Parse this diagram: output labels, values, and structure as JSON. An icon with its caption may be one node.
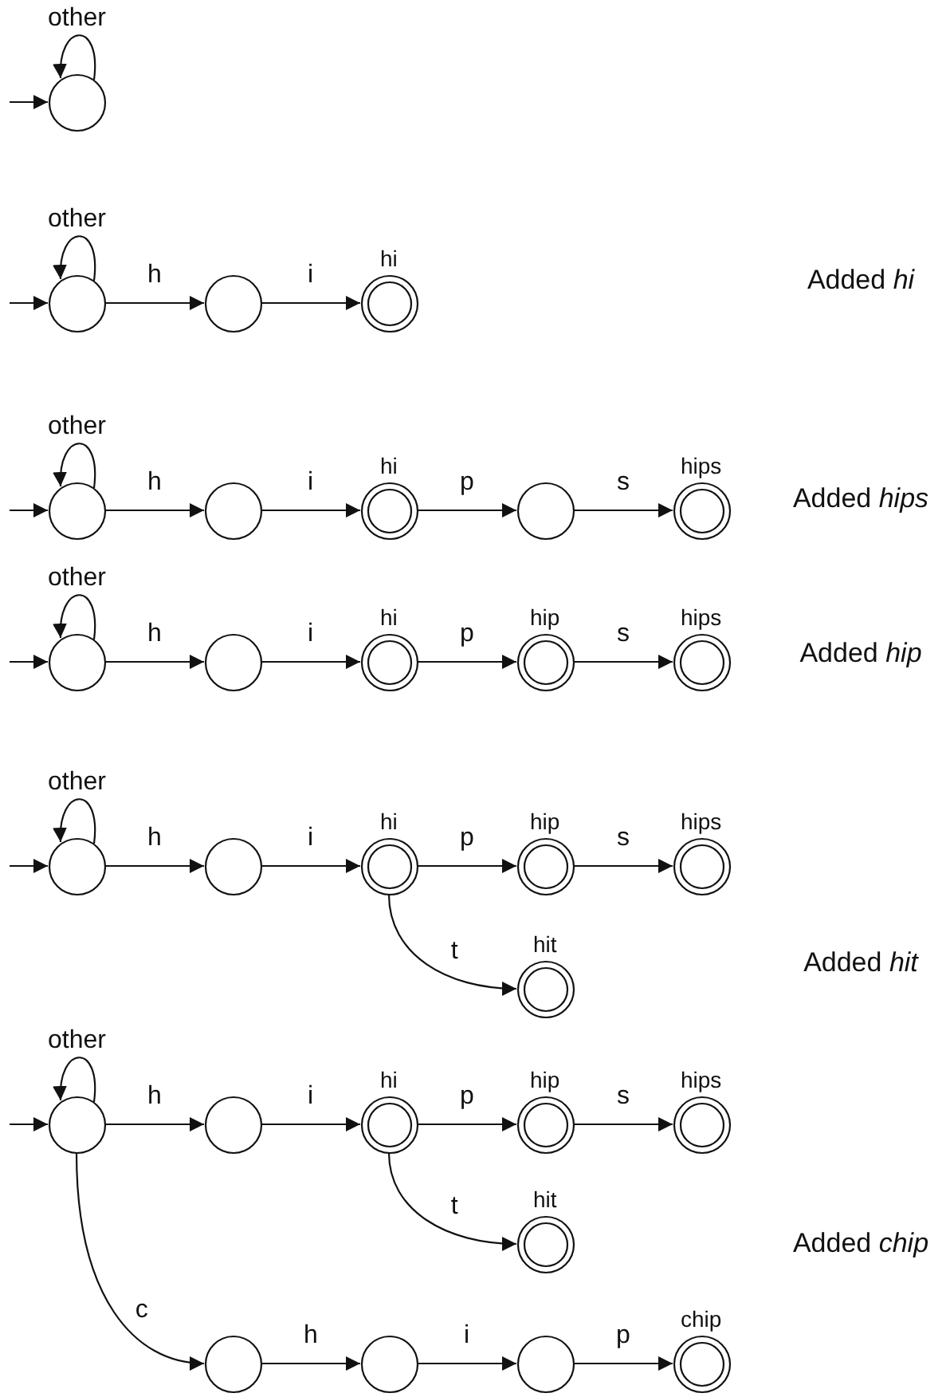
{
  "diagram": {
    "nodes": [
      {
        "text": [],
        "shape": "circle"
      },
      {
        "text": [],
        "shape": "circle"
      },
      {
        "text": [],
        "shape": "circle"
      },
      {
        "text": [],
        "shape": "double-circle",
        "beside": [
          "hi"
        ]
      },
      {
        "text": [],
        "shape": "circle"
      },
      {
        "text": [],
        "shape": "circle"
      },
      {
        "text": [],
        "shape": "double-circle",
        "beside": [
          "hi"
        ]
      },
      {
        "text": [],
        "shape": "circle"
      },
      {
        "text": [],
        "shape": "double-circle",
        "beside": [
          "hips"
        ]
      },
      {
        "text": [],
        "shape": "circle"
      },
      {
        "text": [],
        "shape": "circle"
      },
      {
        "text": [],
        "shape": "double-circle",
        "beside": [
          "hi"
        ]
      },
      {
        "text": [],
        "shape": "double-circle",
        "beside": [
          "hip"
        ]
      },
      {
        "text": [],
        "shape": "double-circle",
        "beside": [
          "hips"
        ]
      },
      {
        "text": [],
        "shape": "circle"
      },
      {
        "text": [],
        "shape": "circle"
      },
      {
        "text": [],
        "shape": "double-circle",
        "beside": [
          "hi"
        ]
      },
      {
        "text": [],
        "shape": "double-circle",
        "beside": [
          "hip"
        ]
      },
      {
        "text": [],
        "shape": "double-circle",
        "beside": [
          "hips"
        ]
      },
      {
        "text": [],
        "shape": "double-circle",
        "beside": [
          "hit"
        ]
      },
      {
        "text": [],
        "shape": "circle"
      },
      {
        "text": [],
        "shape": "circle"
      },
      {
        "text": [],
        "shape": "double-circle",
        "beside": [
          "hi"
        ]
      },
      {
        "text": [],
        "shape": "double-circle",
        "beside": [
          "hip"
        ]
      },
      {
        "text": [],
        "shape": "double-circle",
        "beside": [
          "hips"
        ]
      },
      {
        "text": [],
        "shape": "double-circle",
        "beside": [
          "hit"
        ]
      },
      {
        "text": [],
        "shape": "circle"
      },
      {
        "text": [],
        "shape": "circle"
      },
      {
        "text": [],
        "shape": "circle"
      },
      {
        "text": [],
        "shape": "double-circle",
        "beside": [
          "chip"
        ]
      }
    ],
    "edges": [
      {
        "from": null,
        "to": 0,
        "arrow": "to"
      },
      {
        "from": 0,
        "to": 0,
        "label": "other",
        "arrow": "to"
      },
      {
        "from": null,
        "to": 1,
        "arrow": "to"
      },
      {
        "from": 1,
        "to": 1,
        "label": "other",
        "arrow": "to"
      },
      {
        "from": 1,
        "to": 2,
        "label": "h",
        "arrow": "to"
      },
      {
        "from": 2,
        "to": 3,
        "label": "i",
        "arrow": "to"
      },
      {
        "from": null,
        "to": 4,
        "arrow": "to"
      },
      {
        "from": 4,
        "to": 4,
        "label": "other",
        "arrow": "to"
      },
      {
        "from": 4,
        "to": 5,
        "label": "h",
        "arrow": "to"
      },
      {
        "from": 5,
        "to": 6,
        "label": "i",
        "arrow": "to"
      },
      {
        "from": 6,
        "to": 7,
        "label": "p",
        "arrow": "to"
      },
      {
        "from": 7,
        "to": 8,
        "label": "s",
        "arrow": "to"
      },
      {
        "from": null,
        "to": 9,
        "arrow": "to"
      },
      {
        "from": 9,
        "to": 9,
        "label": "other",
        "arrow": "to"
      },
      {
        "from": 9,
        "to": 10,
        "label": "h",
        "arrow": "to"
      },
      {
        "from": 10,
        "to": 11,
        "label": "i",
        "arrow": "to"
      },
      {
        "from": 11,
        "to": 12,
        "label": "p",
        "arrow": "to"
      },
      {
        "from": 12,
        "to": 13,
        "label": "s",
        "arrow": "to"
      },
      {
        "from": null,
        "to": 14,
        "arrow": "to"
      },
      {
        "from": 14,
        "to": 14,
        "label": "other",
        "arrow": "to"
      },
      {
        "from": 14,
        "to": 15,
        "label": "h",
        "arrow": "to"
      },
      {
        "from": 15,
        "to": 16,
        "label": "i",
        "arrow": "to"
      },
      {
        "from": 16,
        "to": 17,
        "label": "p",
        "arrow": "to"
      },
      {
        "from": 17,
        "to": 18,
        "label": "s",
        "arrow": "to"
      },
      {
        "from": 16,
        "to": 19,
        "label": "t",
        "arrow": "to"
      },
      {
        "from": null,
        "to": 20,
        "arrow": "to"
      },
      {
        "from": 20,
        "to": 20,
        "label": "other",
        "arrow": "to"
      },
      {
        "from": 20,
        "to": 21,
        "label": "h",
        "arrow": "to"
      },
      {
        "from": 21,
        "to": 22,
        "label": "i",
        "arrow": "to"
      },
      {
        "from": 22,
        "to": 23,
        "label": "p",
        "arrow": "to"
      },
      {
        "from": 23,
        "to": 24,
        "label": "s",
        "arrow": "to"
      },
      {
        "from": 22,
        "to": 25,
        "label": "t",
        "arrow": "to"
      },
      {
        "from": 20,
        "to": 26,
        "label": "c",
        "arrow": "to"
      },
      {
        "from": 26,
        "to": 27,
        "label": "h",
        "arrow": "to"
      },
      {
        "from": 27,
        "to": 28,
        "label": "i",
        "arrow": "to"
      },
      {
        "from": 28,
        "to": 29,
        "label": "p",
        "arrow": "to"
      }
    ],
    "labels": [
      "Added *hi*",
      "Added *hips*",
      "Added *hip*",
      "Added *hit*",
      "Added *chip*"
    ]
  }
}
